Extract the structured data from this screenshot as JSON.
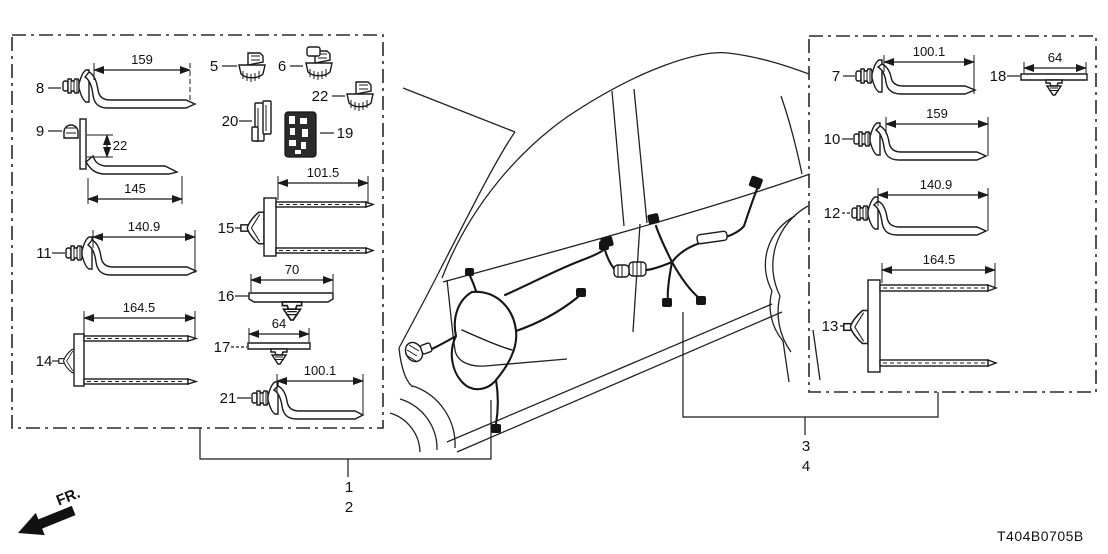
{
  "diagram_code": "T404B0705B",
  "fr_label": "FR.",
  "callouts": {
    "c1": "1",
    "c2": "2",
    "c3": "3",
    "c4": "4"
  },
  "colors": {
    "line": "#1a1a1a",
    "background": "#ffffff"
  },
  "parts": {
    "p5": {
      "label": "5"
    },
    "p6": {
      "label": "6"
    },
    "p7": {
      "label": "7",
      "dim": "100.1"
    },
    "p8": {
      "label": "8",
      "dim": "159"
    },
    "p9": {
      "label": "9",
      "dim_v": "22",
      "dim": "145"
    },
    "p10": {
      "label": "10",
      "dim": "159"
    },
    "p11": {
      "label": "11",
      "dim": "140.9"
    },
    "p12": {
      "label": "12",
      "dim": "140.9"
    },
    "p13": {
      "label": "13",
      "dim": "164.5"
    },
    "p14": {
      "label": "14",
      "dim": "164.5"
    },
    "p15": {
      "label": "15",
      "dim": "101.5"
    },
    "p16": {
      "label": "16",
      "dim": "70"
    },
    "p17": {
      "label": "17",
      "dim": "64"
    },
    "p18": {
      "label": "18",
      "dim": "64"
    },
    "p19": {
      "label": "19"
    },
    "p20": {
      "label": "20"
    },
    "p21": {
      "label": "21",
      "dim": "100.1"
    },
    "p22": {
      "label": "22"
    }
  }
}
